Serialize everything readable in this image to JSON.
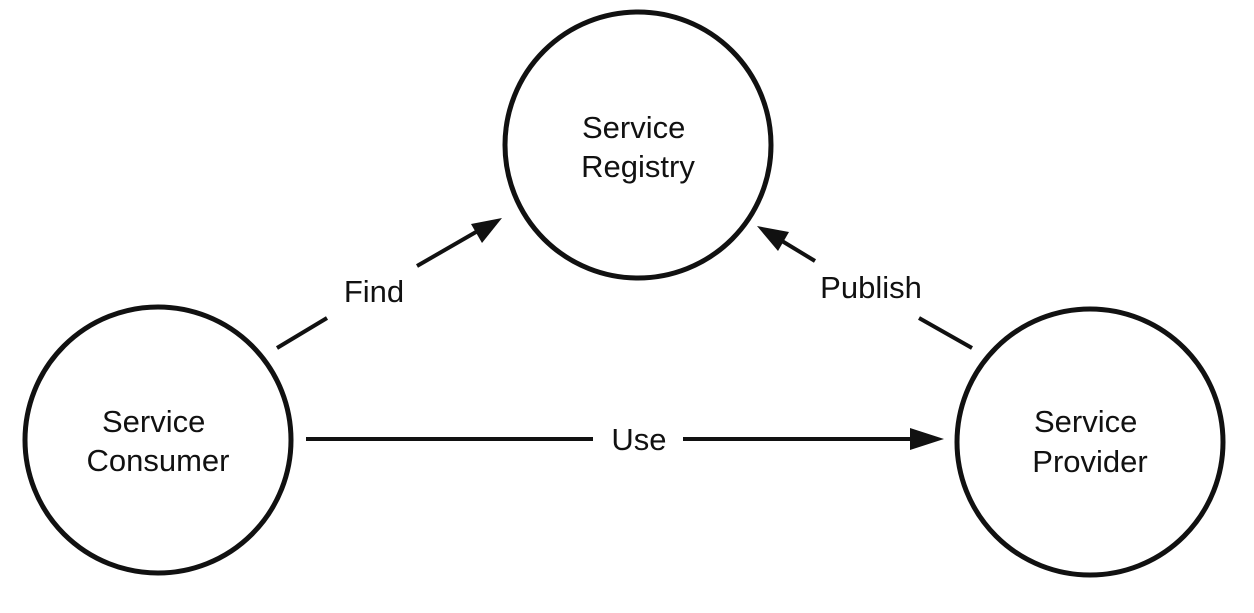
{
  "diagram": {
    "nodes": {
      "registry": {
        "line1": "Service",
        "line2": "Registry"
      },
      "consumer": {
        "line1": "Service",
        "line2": "Consumer"
      },
      "provider": {
        "line1": "Service",
        "line2": "Provider"
      }
    },
    "edges": {
      "find": {
        "label": "Find",
        "from": "consumer",
        "to": "registry"
      },
      "publish": {
        "label": "Publish",
        "from": "provider",
        "to": "registry"
      },
      "use": {
        "label": "Use",
        "from": "consumer",
        "to": "provider"
      }
    }
  }
}
